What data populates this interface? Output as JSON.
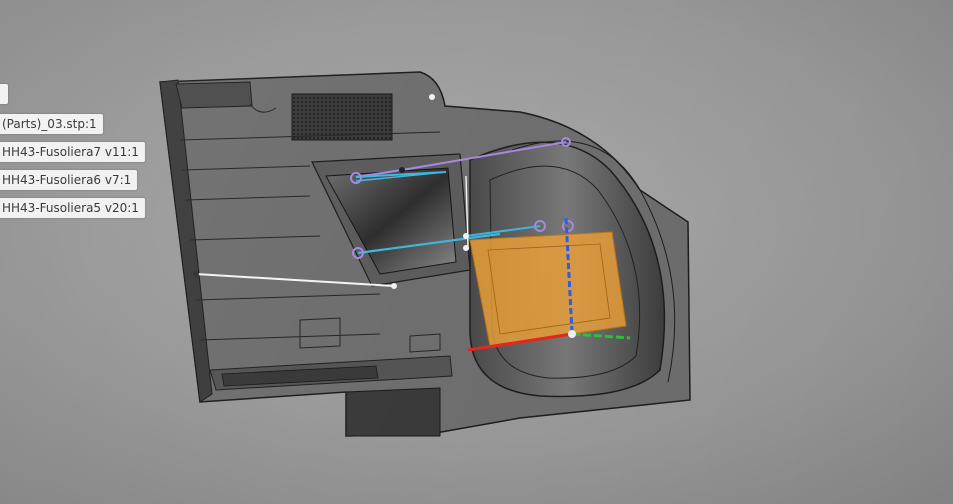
{
  "browser": {
    "items": [
      {
        "label": ""
      },
      {
        "label": "(Parts)_03.stp:1"
      },
      {
        "label": "HH43-Fusoliera7 v11:1"
      },
      {
        "label": "HH43-Fusoliera6 v7:1"
      },
      {
        "label": "HH43-Fusoliera5 v20:1"
      }
    ]
  },
  "colors": {
    "background": "#9a9a9a",
    "body_face": "#6b6b6b",
    "body_edge": "#2a2a2a",
    "section_plane": "#f0a238",
    "x_axis": "#e8281e",
    "y_axis": "#31c23a",
    "z_axis": "#2f5ee8",
    "joint_link_cyan": "#3fb7e0",
    "joint_link_purple": "#a58be0",
    "joint_link_white": "#f4f4f4"
  },
  "icons": {
    "triad": "origin-triad-icon",
    "joint": "joint-origin-icon"
  }
}
